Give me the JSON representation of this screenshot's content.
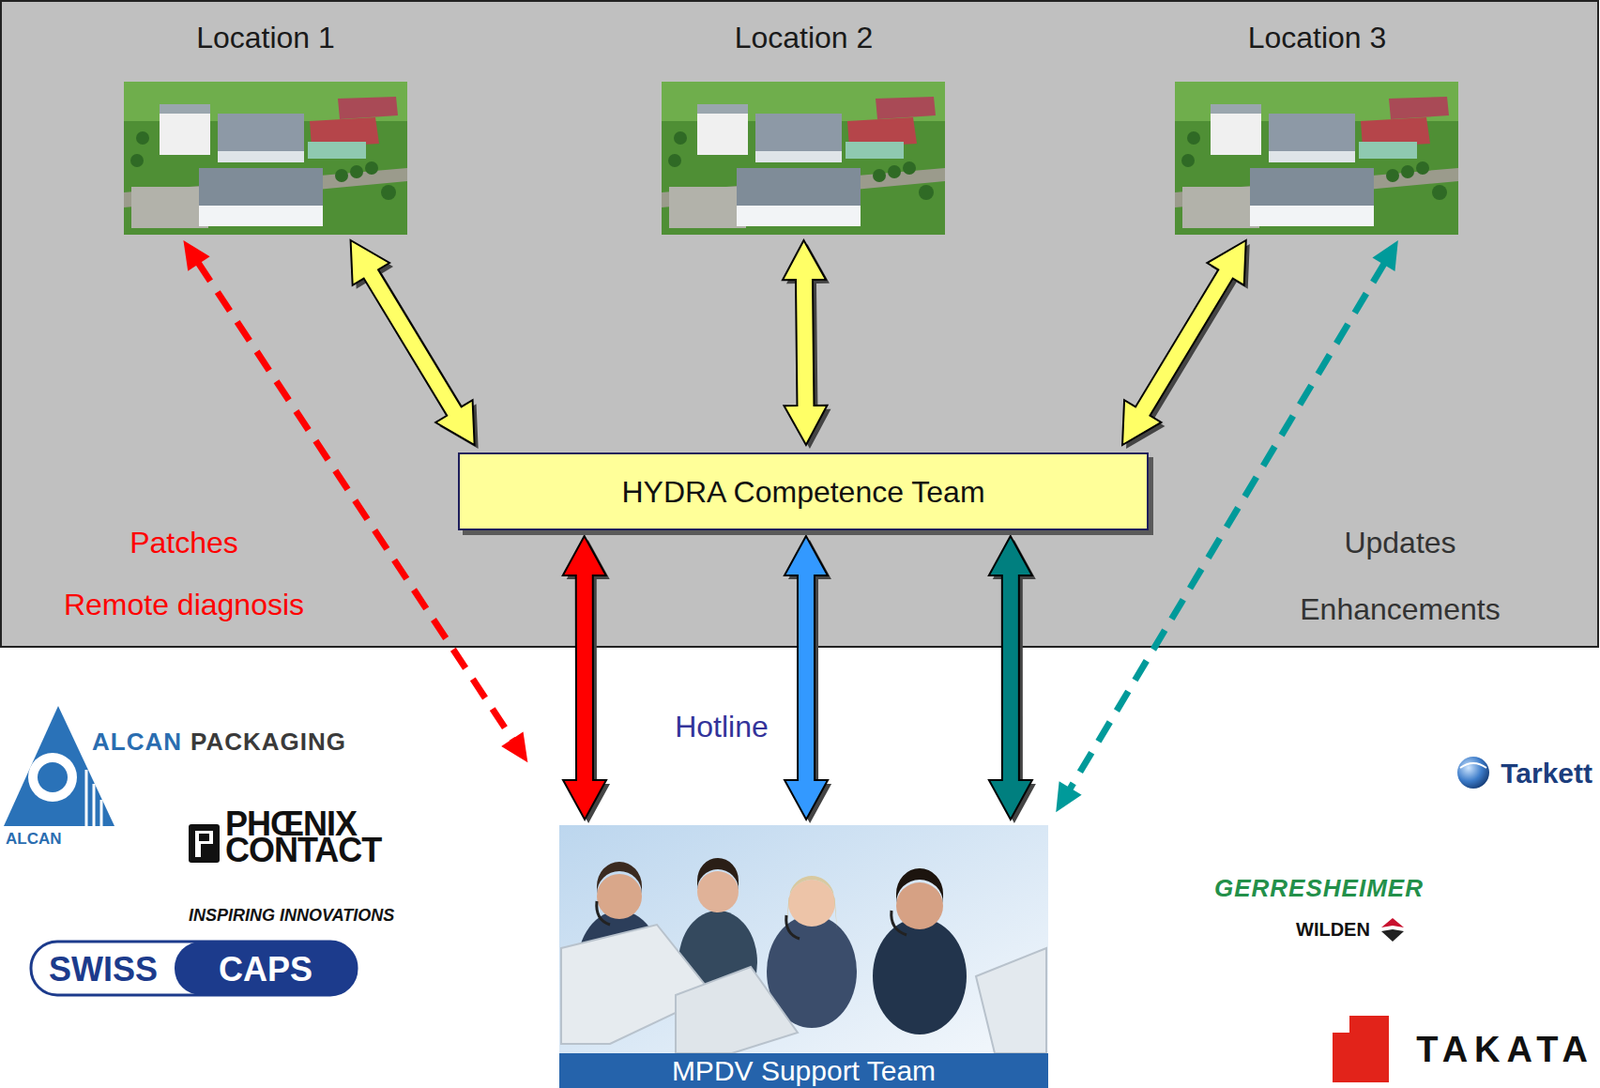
{
  "diagram": {
    "nodes": [
      {
        "text": [
          "Location 1"
        ]
      },
      {
        "text": [
          "Location 2"
        ]
      },
      {
        "text": [
          "Location 3"
        ]
      },
      {
        "text": [
          "HYDRA Competence Team"
        ]
      },
      {
        "text": [
          "MPDV Support Team"
        ]
      }
    ],
    "edges": [
      {
        "from": 0,
        "to": 3,
        "arrow": "both"
      },
      {
        "from": 1,
        "to": 3,
        "arrow": "both"
      },
      {
        "from": 2,
        "to": 3,
        "arrow": "both"
      },
      {
        "from": 3,
        "to": 4,
        "arrow": "both"
      },
      {
        "from": 3,
        "to": 4,
        "arrow": "both"
      },
      {
        "from": 3,
        "to": 4,
        "arrow": "both"
      },
      {
        "from": 0,
        "to": 4,
        "arrow": "both"
      },
      {
        "from": 2,
        "to": 4,
        "arrow": "both"
      }
    ],
    "labels": [
      "Patches",
      "Remote diagnosis",
      "Hotline",
      "Updates",
      "Enhancements",
      "ALCAN",
      "PACKAGING",
      "ALCAN",
      "PHŒNIX",
      "CONTACT",
      "INSPIRING INNOVATIONS",
      "SWISS",
      "CAPS",
      "Tarkett",
      "GERRESHEIMER",
      "WILDEN",
      "TAKATA"
    ]
  }
}
